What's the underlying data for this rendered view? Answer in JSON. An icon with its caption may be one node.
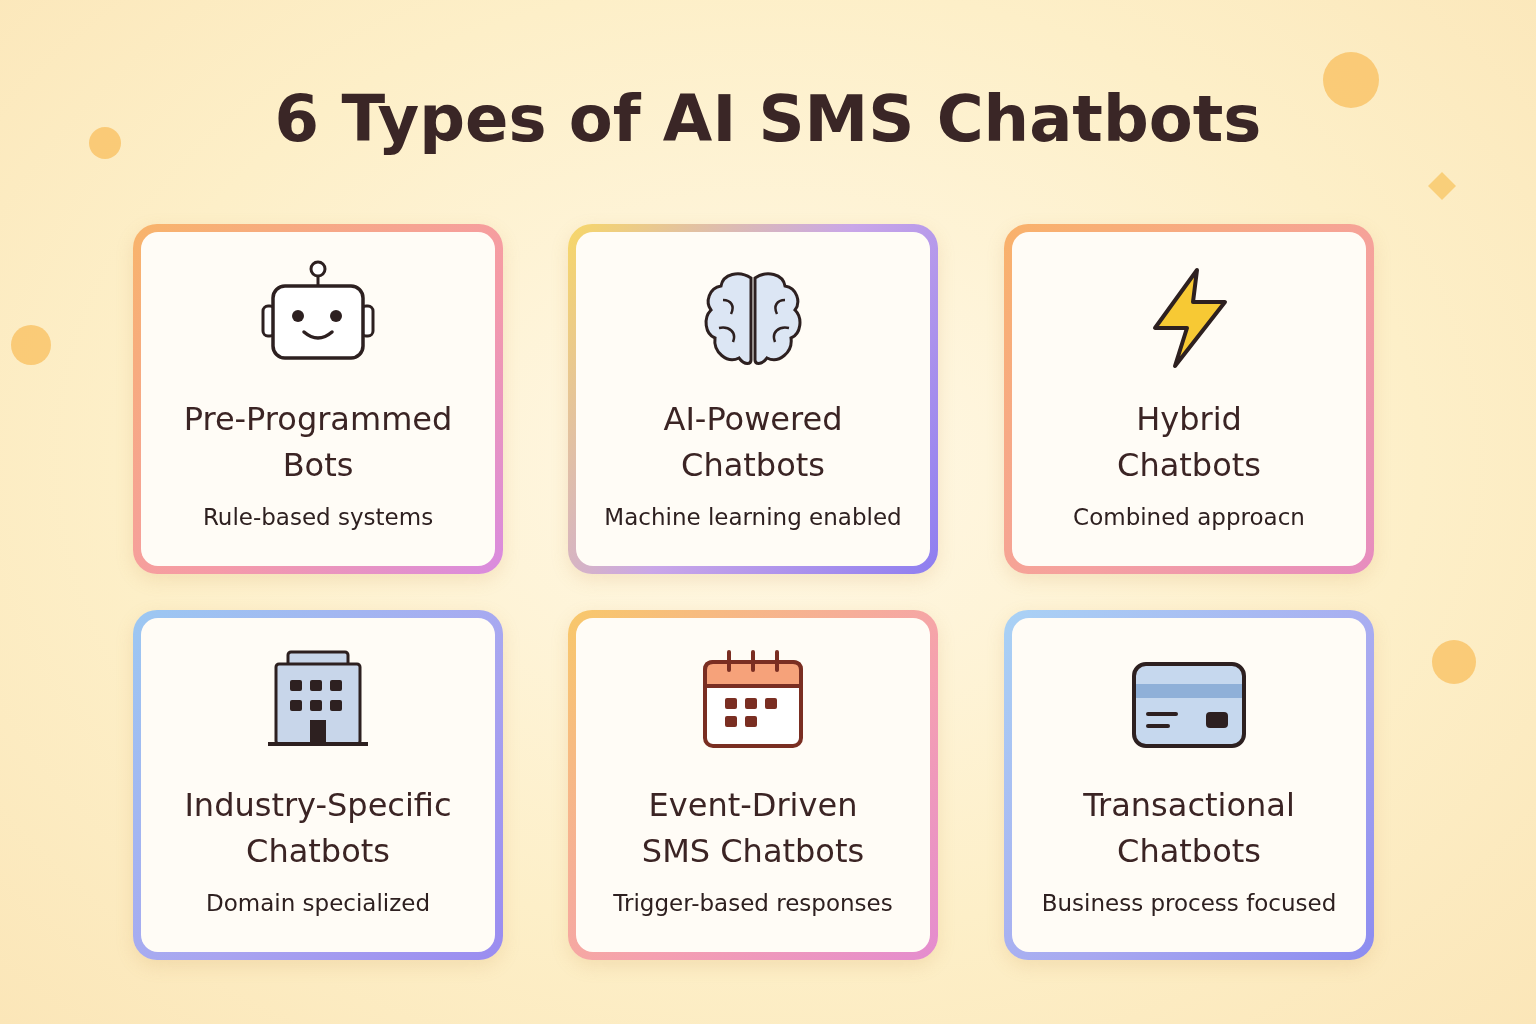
{
  "diagram": {
    "title": "6 Types of AI SMS Chatbots",
    "nodes": [
      {
        "text": [
          "Pre-Programmed Bots",
          "Rule-based systems"
        ]
      },
      {
        "text": [
          "AI-Powered Chatbots",
          "Machine learning enabled"
        ]
      },
      {
        "text": [
          "Hybrid Chatbots",
          "Combined approacn"
        ]
      },
      {
        "text": [
          "Industry-Specific Chatbots",
          "Domain specialized"
        ]
      },
      {
        "text": [
          "Event-Driven SMS Chatbots",
          "Trigger-based responses"
        ]
      },
      {
        "text": [
          "Transactional Chatbots",
          "Business process focused"
        ]
      }
    ],
    "edges": []
  }
}
